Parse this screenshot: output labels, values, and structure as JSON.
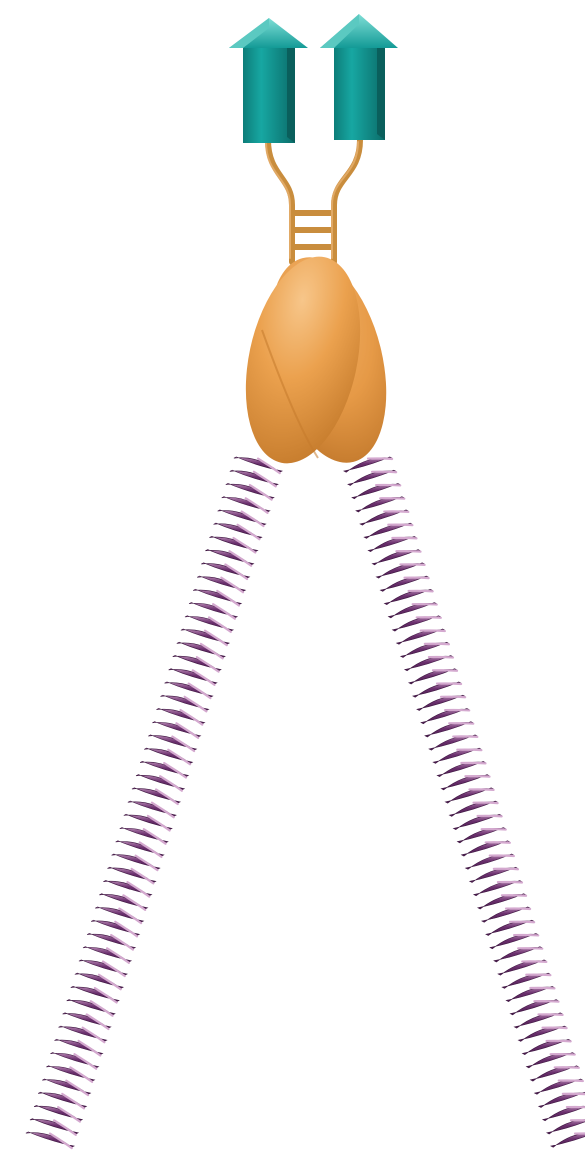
{
  "diagram": {
    "labels": [],
    "colors": {
      "background": "#ffffff",
      "arrow": "#159e9b",
      "arrow_light": "#6fd6cf",
      "arrow_dark": "#0a6f6b",
      "linker": "#c98d3d",
      "linker_light": "#e2ad66",
      "head": "#eba14e",
      "head_light": "#f6c486",
      "head_dark": "#c47a2b",
      "coil": "#6a2f6d",
      "coil_light": "#c293be",
      "coil_dark": "#4a1c4d"
    },
    "components": {
      "arrows": {
        "count": 2,
        "icon": "beta-strand-arrow-icon"
      },
      "linker": {
        "rungs": 3
      },
      "head": {
        "lobes": 2
      },
      "coils": {
        "count": 2,
        "segments_per_coil": 52
      }
    }
  }
}
